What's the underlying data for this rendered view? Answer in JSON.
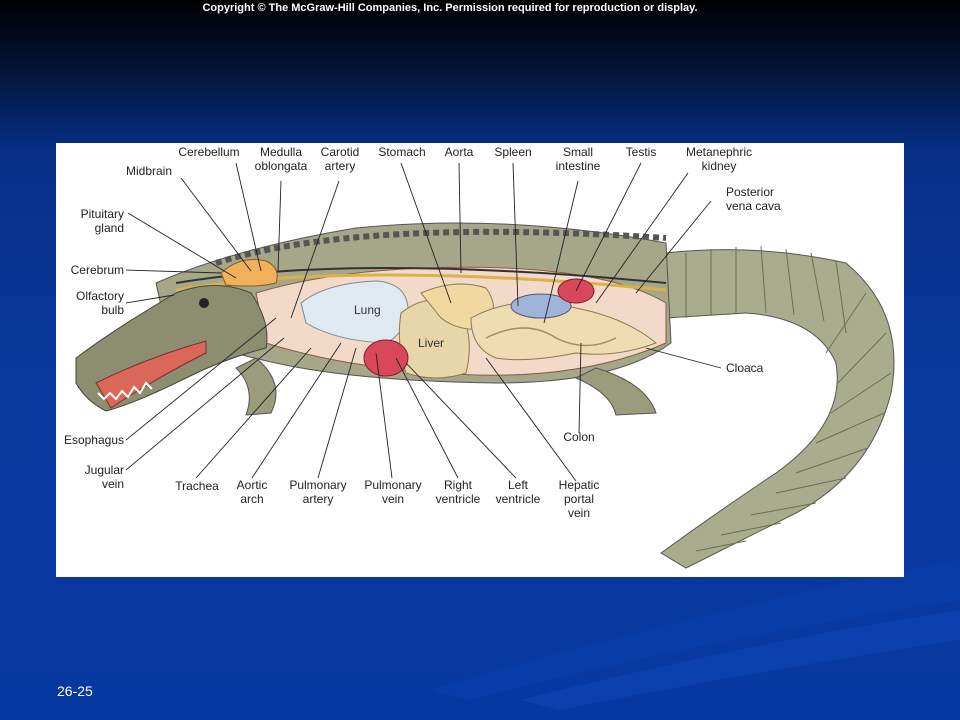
{
  "header": {
    "copyright": "Copyright © The McGraw-Hill Companies, Inc. Permission required for reproduction or display."
  },
  "footer": {
    "slide_number": "26-25"
  },
  "diagram": {
    "labels": {
      "cerebellum": "Cerebellum",
      "medulla": "Medulla\noblongata",
      "carotid": "Carotid\nartery",
      "stomach": "Stomach",
      "aorta": "Aorta",
      "spleen": "Spleen",
      "small_intestine": "Small\nintestine",
      "testis": "Testis",
      "metanephric": "Metanephric\nkidney",
      "midbrain": "Midbrain",
      "pituitary": "Pituitary\ngland",
      "posterior_vena": "Posterior\nvena cava",
      "cerebrum": "Cerebrum",
      "olfactory": "Olfactory\nbulb",
      "lung": "Lung",
      "liver": "Liver",
      "cloaca": "Cloaca",
      "esophagus": "Esophagus",
      "colon": "Colon",
      "jugular": "Jugular\nvein",
      "trachea": "Trachea",
      "aortic_arch": "Aortic\narch",
      "pulmonary_artery": "Pulmonary\nartery",
      "pulmonary_vein": "Pulmonary\nvein",
      "right_ventricle": "Right\nventricle",
      "left_ventricle": "Left\nventricle",
      "hepatic_portal": "Hepatic\nportal\nvein"
    }
  }
}
